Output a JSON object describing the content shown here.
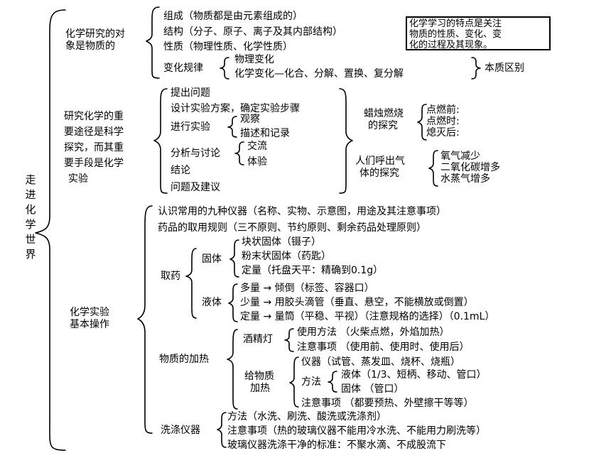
{
  "root": [
    "走",
    "进",
    "化",
    "学",
    "世",
    "界"
  ],
  "s1": {
    "label": [
      "化学研究的对",
      "象是物质的"
    ],
    "items": [
      "组成（物质都是由元素组成的）",
      "结构（分子、原子、离子及其内部结构）",
      "性质（物理性质、化学性质）"
    ],
    "change_label": "变化规律",
    "change_items": [
      "物理变化",
      "化学变化—化合、分解、置换、复分解"
    ],
    "essence": "本质区别",
    "note": [
      "化学学习的特点是关注",
      "物质的性质、变化、变",
      "化的过程及其现象。"
    ]
  },
  "s2": {
    "label": [
      "研究化学的重",
      "要途径是科学",
      "探究，而其重",
      "要手段是化学",
      "实验"
    ],
    "steps": {
      "propose": "提出问题",
      "design": "设计实验方案，确定实验步骤",
      "conduct": "进行实验",
      "observe": "观察",
      "record": "描述和记录",
      "analyze": "分析与讨论",
      "exchange": "交流",
      "experience": "体验",
      "conclusion": "结论",
      "problems": "问题及建议"
    },
    "candle": {
      "label": [
        "蜡烛燃烧",
        "的探究"
      ],
      "items": [
        "点燃前:",
        "点燃时:",
        "熄灭后:"
      ]
    },
    "breath": {
      "label": [
        "人们呼出气",
        "体的探究"
      ],
      "items": [
        "氧气减少",
        "二氧化碳增多",
        "水蒸气增多"
      ]
    }
  },
  "s3": {
    "label": [
      "化学实验",
      "基本操作"
    ],
    "instruments": "认识常用的九种仪器（名称、实物、示意图，用途及其注意事项）",
    "rules": "药品的取用规则（三不原则、节约原则、剩余药品处理原则）",
    "take": {
      "label": "取药",
      "solid": {
        "label": "固体",
        "items": [
          "块状固体（镊子）",
          "粉末状固体（药匙）",
          "定量（托盘天平：精确到0.1g）"
        ]
      },
      "liquid": {
        "label": "液体",
        "items": [
          "多量 → 倾倒（标签、容器口）",
          "少量 → 用胶头滴管（垂直、悬空，不能横放或倒置）",
          "定量 → 量筒（平稳、平视）（注意规格的选择）（0.1mL）"
        ]
      }
    },
    "heat": {
      "label": "物质的加热",
      "lamp": {
        "label": "酒精灯",
        "items": [
          "使用方法 （火柴点燃，外焰加热）",
          "注意事项 （使用前、使用时、使用后）"
        ]
      },
      "substance": {
        "label": [
          "给物质",
          "加热"
        ],
        "instrument": "仪器（试管、蒸发皿、烧杯、烧瓶）",
        "method_label": "方法",
        "method_items": [
          "液体（1/3、短柄、移动、管口）",
          "固体 （管口）"
        ],
        "note": "注意事项 （都要预热、外壁擦干等等）"
      }
    },
    "wash": {
      "label": "洗涤仪器",
      "items": [
        "方法（水洗、刷洗、酸洗或洗涤剂）",
        "注意事项（热的玻璃仪器不能用冷水洗、不能用力刷洗等）",
        "玻璃仪器洗涤干净的标准：不聚水滴、不成股流下"
      ]
    }
  }
}
